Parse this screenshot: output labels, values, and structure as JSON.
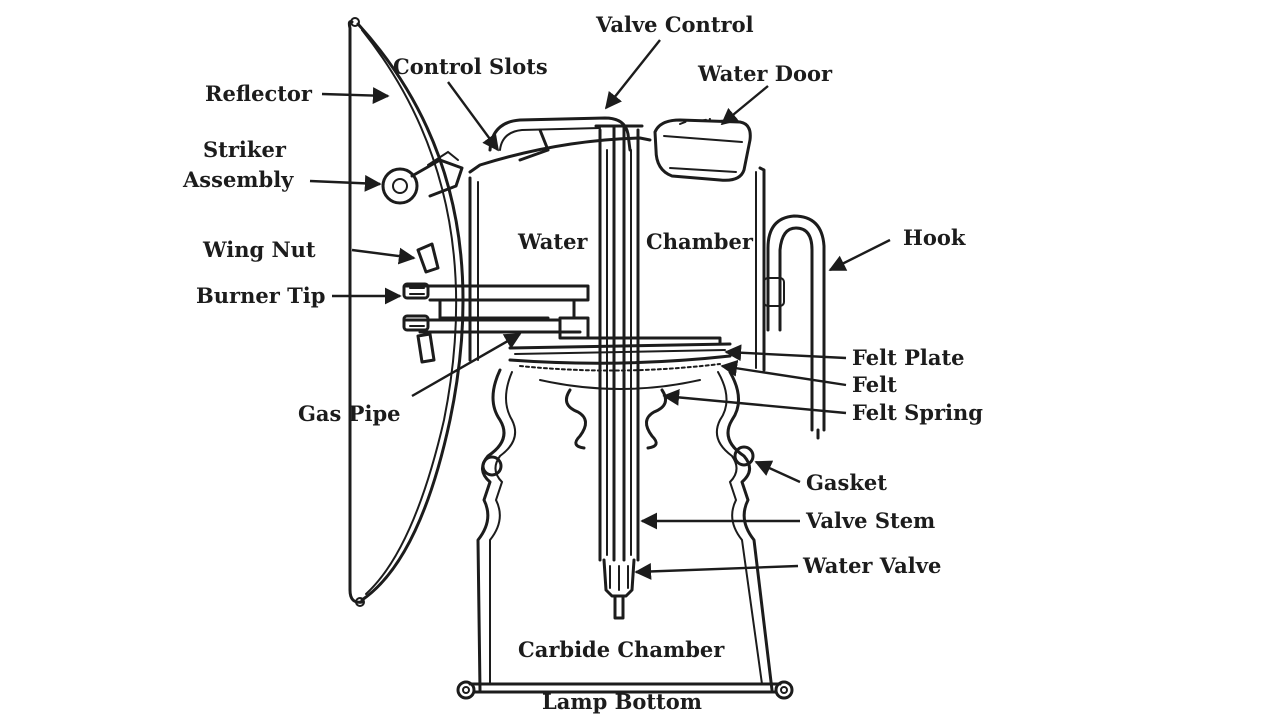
{
  "labels": {
    "valve_control": "Valve Control",
    "control_slots": "Control Slots",
    "water_door": "Water Door",
    "reflector": "Reflector",
    "striker_1": "Striker",
    "striker_2": "Assembly",
    "water": "Water",
    "chamber": "Chamber",
    "hook": "Hook",
    "wing_nut": "Wing Nut",
    "burner_tip": "Burner Tip",
    "felt_plate": "Felt Plate",
    "felt": "Felt",
    "felt_spring": "Felt Spring",
    "gas_pipe": "Gas Pipe",
    "gasket": "Gasket",
    "valve_stem": "Valve Stem",
    "water_valve": "Water Valve",
    "carbide_chamber": "Carbide Chamber",
    "lamp_bottom": "Lamp Bottom"
  }
}
